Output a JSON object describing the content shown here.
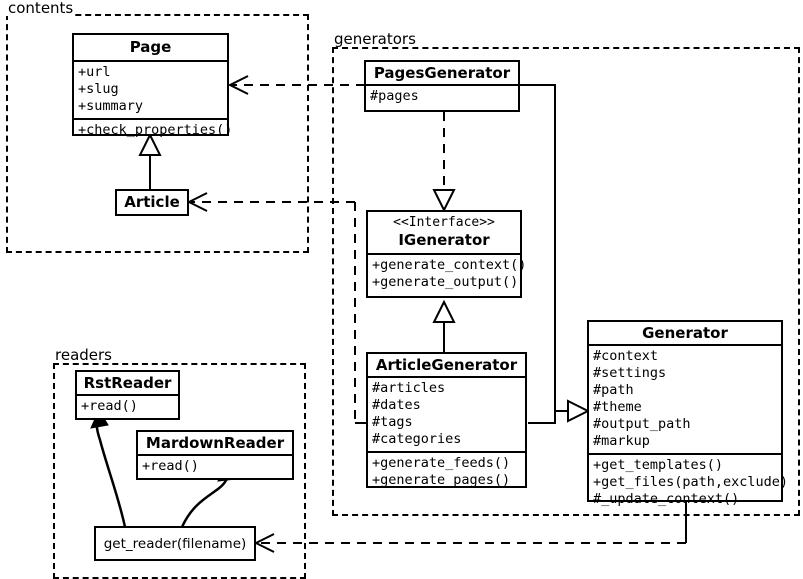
{
  "diagram": {
    "title": "Pelican architecture UML class diagram",
    "type": "uml-class-diagram",
    "packages": [
      {
        "id": "contents",
        "label": "contents"
      },
      {
        "id": "generators",
        "label": "generators"
      },
      {
        "id": "readers",
        "label": "readers"
      }
    ],
    "classes": [
      {
        "id": "page",
        "name": "Page",
        "stereotype": "",
        "attributes": [
          "+url",
          "+slug",
          "+summary"
        ],
        "methods": [
          "+check_properties()"
        ]
      },
      {
        "id": "article",
        "name": "Article",
        "stereotype": "",
        "attributes": [],
        "methods": []
      },
      {
        "id": "pages_generator",
        "name": "PagesGenerator",
        "stereotype": "",
        "attributes": [
          "#pages"
        ],
        "methods": []
      },
      {
        "id": "igenerator",
        "name": "IGenerator",
        "stereotype": "<<Interface>>",
        "attributes": [],
        "methods": [
          "+generate_context()",
          "+generate_output()"
        ]
      },
      {
        "id": "article_generator",
        "name": "ArticleGenerator",
        "stereotype": "",
        "attributes": [
          "#articles",
          "#dates",
          "#tags",
          "#categories"
        ],
        "methods": [
          "+generate_feeds()",
          "+generate_pages()"
        ]
      },
      {
        "id": "generator",
        "name": "Generator",
        "stereotype": "",
        "attributes": [
          "#context",
          "#settings",
          "#path",
          "#theme",
          "#output_path",
          "#markup"
        ],
        "methods": [
          "+get_templates()",
          "+get_files(path,exclude)",
          "#_update_context()"
        ]
      },
      {
        "id": "rst_reader",
        "name": "RstReader",
        "stereotype": "",
        "attributes": [],
        "methods": [
          "+read()"
        ]
      },
      {
        "id": "mardown_reader",
        "name": "MardownReader",
        "stereotype": "",
        "attributes": [],
        "methods": [
          "+read()"
        ]
      }
    ],
    "functions": [
      {
        "id": "get_reader",
        "label": "get_reader(filename)"
      }
    ],
    "relations": [
      {
        "from": "pages_generator",
        "to": "page",
        "kind": "dependency"
      },
      {
        "from": "pages_generator",
        "to": "igenerator",
        "kind": "realization"
      },
      {
        "from": "pages_generator",
        "to": "generator",
        "kind": "generalization"
      },
      {
        "from": "article_generator",
        "to": "article",
        "kind": "dependency"
      },
      {
        "from": "article_generator",
        "to": "igenerator",
        "kind": "generalization"
      },
      {
        "from": "article_generator",
        "to": "generator",
        "kind": "generalization"
      },
      {
        "from": "article",
        "to": "page",
        "kind": "generalization"
      },
      {
        "from": "generator",
        "to": "get_reader",
        "kind": "dependency"
      },
      {
        "from": "get_reader",
        "to": "rst_reader",
        "kind": "association"
      },
      {
        "from": "get_reader",
        "to": "mardown_reader",
        "kind": "association"
      }
    ],
    "colors": {
      "stroke": "#000000",
      "background": "#ffffff"
    }
  }
}
